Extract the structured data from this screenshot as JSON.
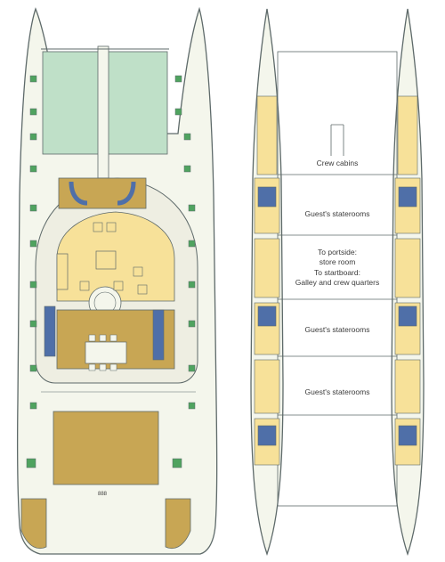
{
  "labels": {
    "crew_cabins": "Crew cabins",
    "guests_staterooms_1": "Guest's staterooms",
    "store_line1": "To portside:",
    "store_line2": "store room",
    "store_line3": "To startboard:",
    "store_line4": "Galley and crew quarters",
    "guests_staterooms_2": "Guest's staterooms",
    "guests_staterooms_3": "Guest's staterooms"
  },
  "hull_marking": "888",
  "colors": {
    "deck": "#f4f6ec",
    "outline": "#5e6a6a",
    "green": "#bfe0c8",
    "cabin": "#f7e199",
    "wood": "#c8a654",
    "bed": "#4f6fa8",
    "window": "#4fa35f"
  }
}
